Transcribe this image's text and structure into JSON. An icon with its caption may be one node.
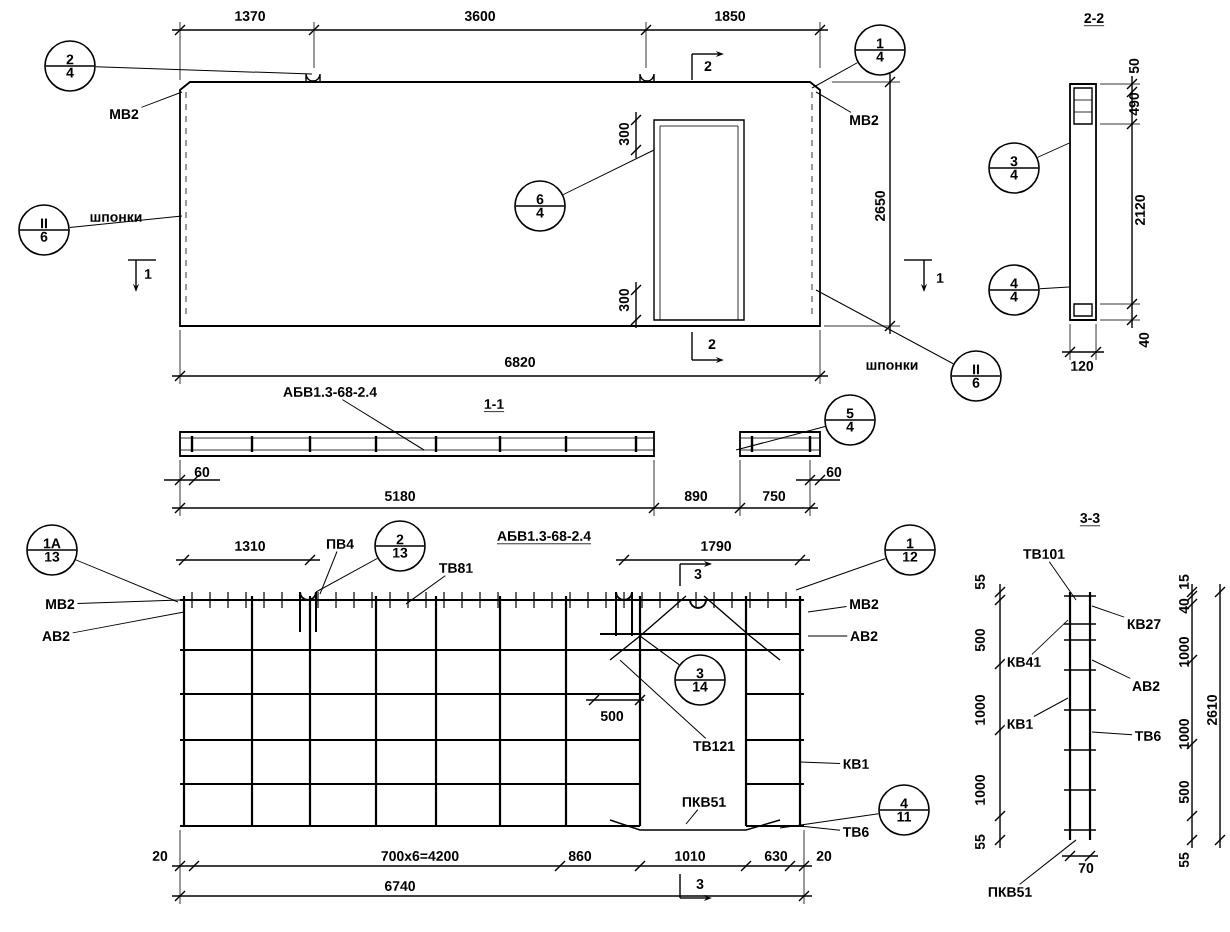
{
  "diagram": {
    "nodes": [
      {
        "text": [
          "2",
          "4"
        ]
      },
      {
        "text": [
          "1",
          "4"
        ]
      },
      {
        "text": [
          "МВ2"
        ]
      },
      {
        "text": [
          "МВ2"
        ]
      },
      {
        "text": [
          "6",
          "4"
        ]
      },
      {
        "text": [
          "II",
          "6"
        ],
        "beside": [
          "шпонки"
        ]
      },
      {
        "text": [
          "II",
          "6"
        ],
        "beside": [
          "шпонки"
        ]
      },
      {
        "text": [
          "3",
          "4"
        ]
      },
      {
        "text": [
          "4",
          "4"
        ]
      },
      {
        "text": [
          "АБВ1.3-68-2.4"
        ]
      },
      {
        "text": [
          "5",
          "4"
        ]
      },
      {
        "text": [
          "1А",
          "13"
        ]
      },
      {
        "text": [
          "2",
          "13"
        ]
      },
      {
        "text": [
          "ПВ4"
        ]
      },
      {
        "text": [
          "ТВ81"
        ]
      },
      {
        "text": [
          "1",
          "12"
        ]
      },
      {
        "text": [
          "МВ2"
        ]
      },
      {
        "text": [
          "АВ2"
        ]
      },
      {
        "text": [
          "МВ2"
        ]
      },
      {
        "text": [
          "АВ2"
        ]
      },
      {
        "text": [
          "3",
          "14"
        ]
      },
      {
        "text": [
          "ТВ121"
        ]
      },
      {
        "text": [
          "КВ1"
        ]
      },
      {
        "text": [
          "ПКВ51"
        ]
      },
      {
        "text": [
          "4",
          "11"
        ]
      },
      {
        "text": [
          "ТВ6"
        ]
      },
      {
        "text": [
          "ТВ101"
        ]
      },
      {
        "text": [
          "КВ27"
        ]
      },
      {
        "text": [
          "КВ41"
        ]
      },
      {
        "text": [
          "АВ2"
        ]
      },
      {
        "text": [
          "КВ1"
        ]
      },
      {
        "text": [
          "ТВ6"
        ]
      },
      {
        "text": [
          "ПКВ51"
        ]
      },
      {
        "text": [],
        "shape": "box"
      }
    ],
    "edges": [
      {
        "from": 0,
        "to": null,
        "arrow": "none"
      },
      {
        "from": 1,
        "to": null,
        "arrow": "none"
      },
      {
        "from": 2,
        "to": null,
        "arrow": "none"
      },
      {
        "from": 3,
        "to": null,
        "arrow": "none"
      },
      {
        "from": 4,
        "to": null,
        "arrow": "none"
      },
      {
        "from": 5,
        "to": null,
        "arrow": "none"
      },
      {
        "from": 6,
        "to": null,
        "arrow": "none"
      },
      {
        "from": 7,
        "to": 33,
        "arrow": "none"
      },
      {
        "from": 8,
        "to": 33,
        "arrow": "none"
      },
      {
        "from": 9,
        "to": null,
        "arrow": "none"
      },
      {
        "from": 10,
        "to": null,
        "arrow": "none"
      },
      {
        "from": 11,
        "to": null,
        "arrow": "none"
      },
      {
        "from": 12,
        "to": null,
        "arrow": "none"
      },
      {
        "from": 13,
        "to": null,
        "arrow": "none"
      },
      {
        "from": 14,
        "to": null,
        "arrow": "none"
      },
      {
        "from": 15,
        "to": null,
        "arrow": "none"
      },
      {
        "from": 16,
        "to": null,
        "arrow": "none"
      },
      {
        "from": 17,
        "to": null,
        "arrow": "none"
      },
      {
        "from": 18,
        "to": null,
        "arrow": "none"
      },
      {
        "from": 19,
        "to": null,
        "arrow": "none"
      },
      {
        "from": 20,
        "to": null,
        "arrow": "none"
      },
      {
        "from": 21,
        "to": null,
        "arrow": "none"
      },
      {
        "from": 22,
        "to": null,
        "arrow": "none"
      },
      {
        "from": 23,
        "to": null,
        "arrow": "none"
      },
      {
        "from": 24,
        "to": null,
        "arrow": "none"
      },
      {
        "from": 25,
        "to": null,
        "arrow": "none"
      },
      {
        "from": 26,
        "to": null,
        "arrow": "none"
      },
      {
        "from": 27,
        "to": null,
        "arrow": "none"
      },
      {
        "from": 28,
        "to": null,
        "arrow": "none"
      },
      {
        "from": 29,
        "to": null,
        "arrow": "none"
      },
      {
        "from": 30,
        "to": null,
        "arrow": "none"
      },
      {
        "from": 31,
        "to": null,
        "arrow": "none"
      },
      {
        "from": 32,
        "to": null,
        "arrow": "none"
      }
    ],
    "labels": [
      "1370",
      "3600",
      "1850",
      "2-2",
      "2",
      "50",
      "490",
      "300",
      "2650",
      "2120",
      "1",
      "1",
      "300",
      "2",
      "40",
      "6820",
      "120",
      "1-1",
      "60",
      "5180",
      "890",
      "750",
      "60",
      "АБВ1.3-68-2.4",
      "1310",
      "1790",
      "3",
      "3-3",
      "55",
      "15",
      "40",
      "500",
      "1000",
      "1000",
      "1000",
      "1000",
      "2610",
      "500",
      "500",
      "20",
      "700х6=4200",
      "860",
      "1010",
      "630",
      "20",
      "55",
      "55",
      "6740",
      "3",
      "70"
    ]
  }
}
